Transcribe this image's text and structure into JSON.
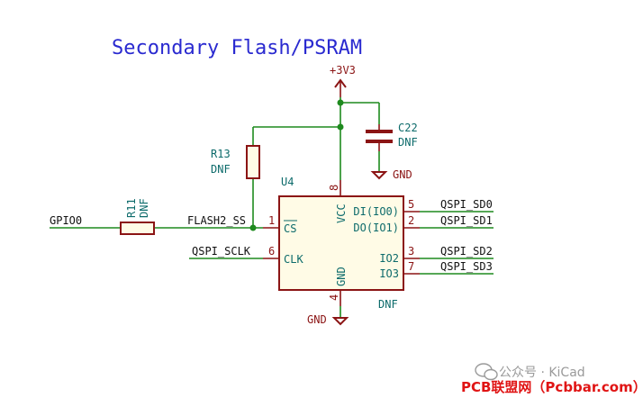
{
  "title": "Secondary Flash/PSRAM",
  "power": {
    "vcc_label": "+3V3",
    "gnd_label": "GND"
  },
  "nets": {
    "gpio0": "GPIO0",
    "flash2_ss": "FLASH2_SS",
    "qspi_sclk": "QSPI_SCLK",
    "qspi_sd0": "QSPI_SD0",
    "qspi_sd1": "QSPI_SD1",
    "qspi_sd2": "QSPI_SD2",
    "qspi_sd3": "QSPI_SD3"
  },
  "components": {
    "r11": {
      "ref": "R11",
      "value": "DNF"
    },
    "r13": {
      "ref": "R13",
      "value": "DNF"
    },
    "c22": {
      "ref": "C22",
      "value": "DNF"
    },
    "u4": {
      "ref": "U4",
      "value": "DNF",
      "pins": {
        "cs": {
          "num": "1",
          "name": "CS"
        },
        "clk": {
          "num": "6",
          "name": "CLK"
        },
        "vcc": {
          "num": "8",
          "name": "VCC"
        },
        "gnd": {
          "num": "4",
          "name": "GND"
        },
        "di": {
          "num": "5",
          "name": "DI(IO0)"
        },
        "do": {
          "num": "2",
          "name": "DO(IO1)"
        },
        "io2": {
          "num": "3",
          "name": "IO2"
        },
        "io3": {
          "num": "7",
          "name": "IO3"
        }
      }
    }
  },
  "watermark": {
    "channel": "公众号 · KiCad",
    "brand": "PCB联盟网（Pcbbar.com）"
  }
}
